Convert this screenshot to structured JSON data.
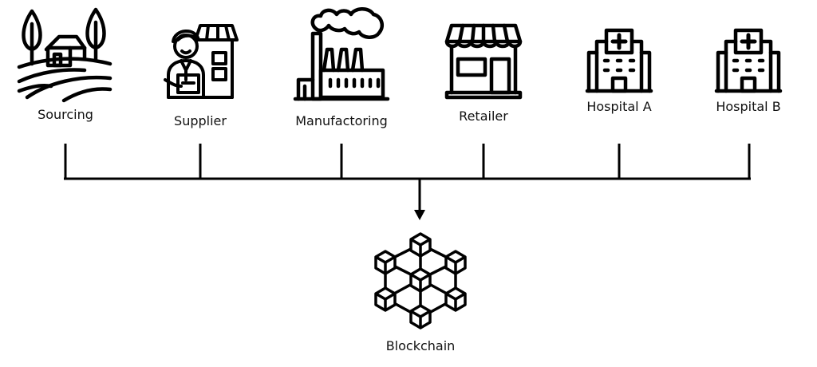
{
  "nodes": [
    {
      "label": "Sourcing",
      "icon": "farm-icon"
    },
    {
      "label": "Supplier",
      "icon": "supplier-icon"
    },
    {
      "label": "Manufactoring",
      "icon": "factory-icon"
    },
    {
      "label": "Retailer",
      "icon": "store-icon"
    },
    {
      "label": "Hospital A",
      "icon": "hospital-icon"
    },
    {
      "label": "Hospital B",
      "icon": "hospital-icon"
    }
  ],
  "blockchain": {
    "label": "Blockchain",
    "icon": "blockchain-network-icon"
  },
  "colors": {
    "stroke": "#000000",
    "text": "#111111"
  }
}
